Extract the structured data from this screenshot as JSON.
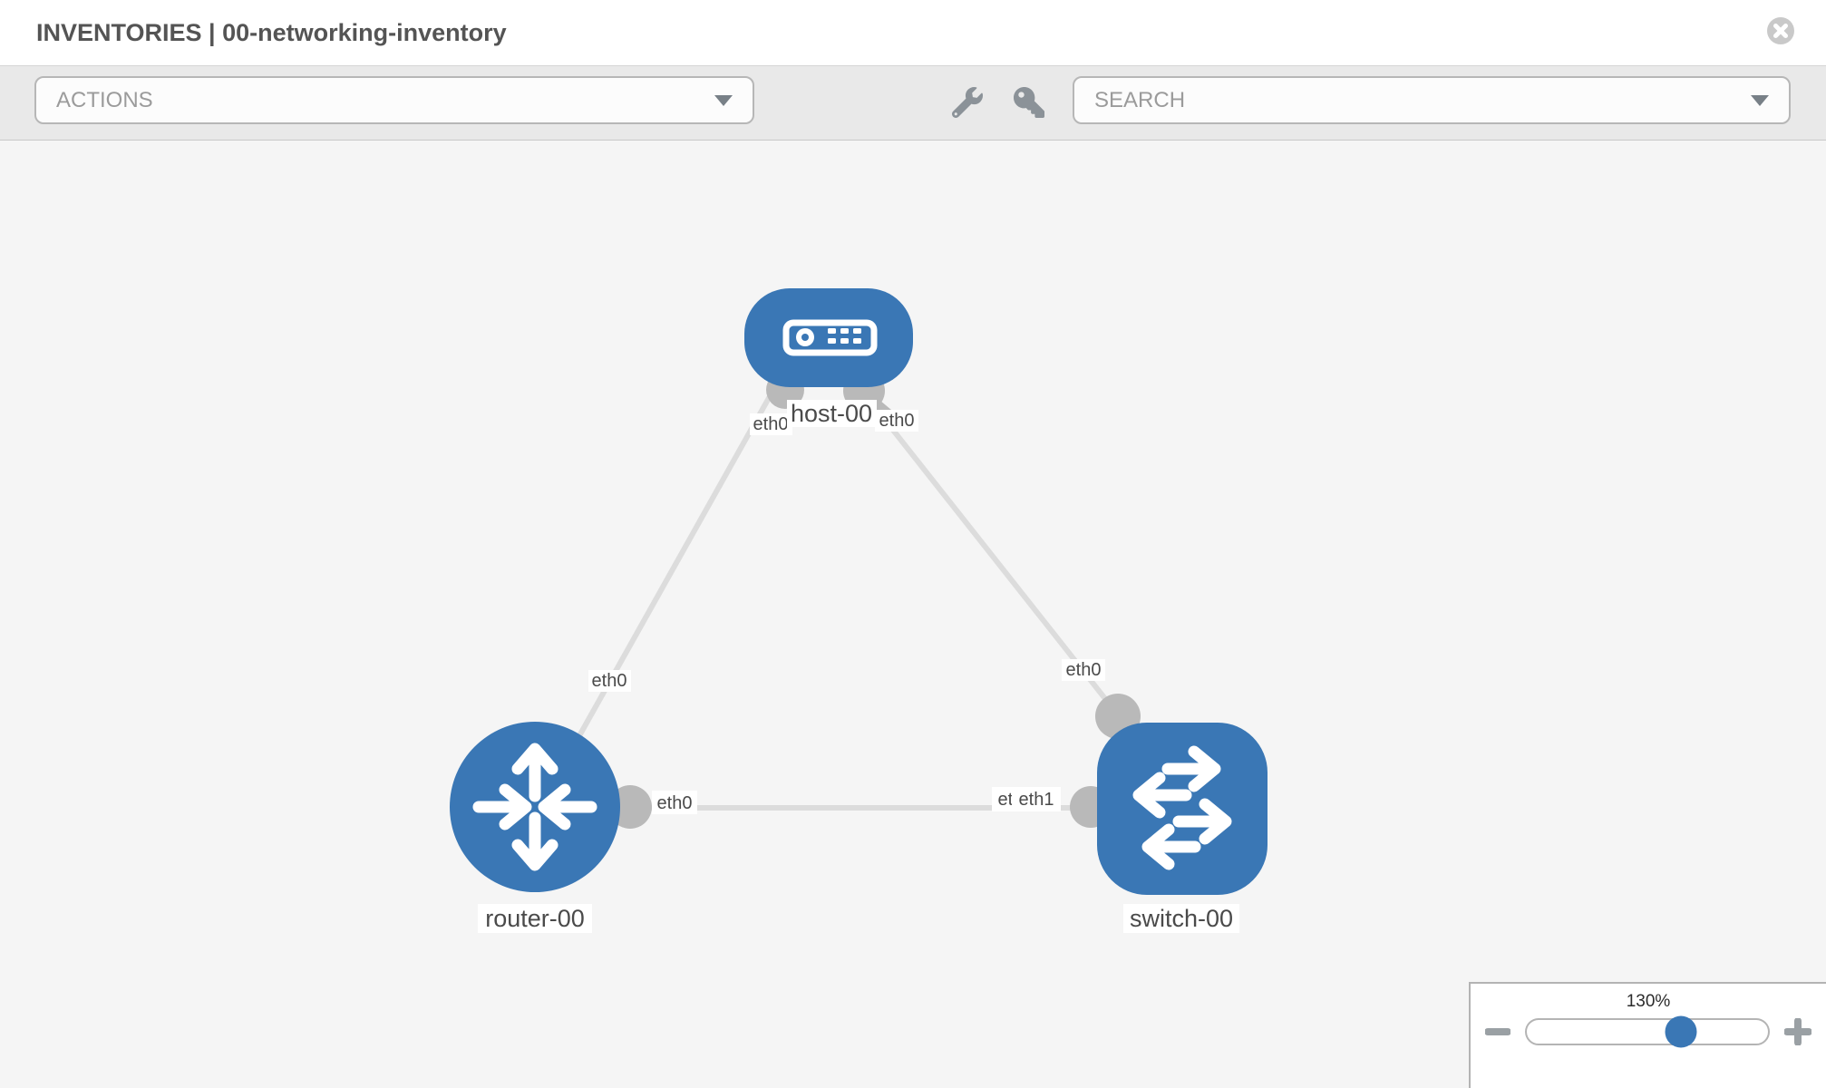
{
  "header": {
    "title": "INVENTORIES | 00-networking-inventory"
  },
  "toolbar": {
    "actions_label": "ACTIONS",
    "search_label": "SEARCH"
  },
  "graph": {
    "nodes": [
      {
        "label": "host-00",
        "type": "host"
      },
      {
        "label": "router-00",
        "type": "router"
      },
      {
        "label": "switch-00",
        "type": "switch"
      }
    ],
    "links": [
      {
        "source": "host-00",
        "source_interface": "eth0",
        "target": "router-00",
        "target_interface": "eth0"
      },
      {
        "source": "host-00",
        "source_interface": "eth0",
        "target": "switch-00",
        "target_interface": "eth0"
      },
      {
        "source": "router-00",
        "source_interface": "eth0",
        "target": "switch-00",
        "target_interface": "eth1"
      }
    ]
  },
  "zoom": {
    "level": "130%"
  },
  "colors": {
    "node_blue": "#3a77b5",
    "link_gray": "#dcdcdc",
    "connector_gray": "#b9b9b9",
    "canvas_bg": "#f5f5f5",
    "toolbar_bg": "#e9e9e9"
  }
}
